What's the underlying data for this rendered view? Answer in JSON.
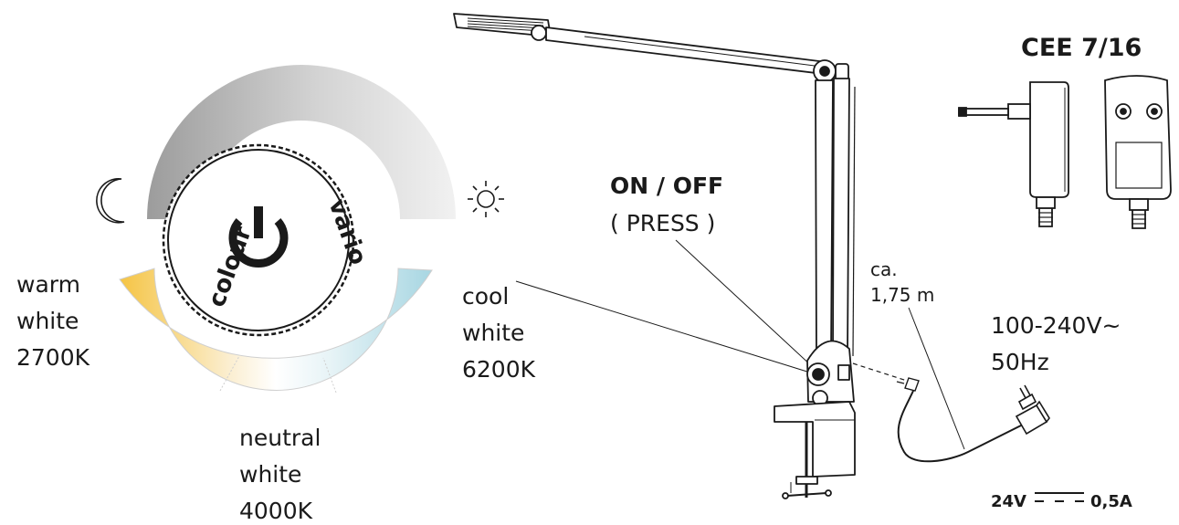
{
  "dial": {
    "left_word": "colour",
    "right_word": "vario",
    "power_icon": "power-icon",
    "moon_icon": "moon-icon",
    "sun_icon": "sun-icon"
  },
  "warm": {
    "line1": "warm",
    "line2": "white",
    "temp": "2700K"
  },
  "neutral": {
    "line1": "neutral",
    "line2": "white",
    "temp": "4000K"
  },
  "cool": {
    "line1": "cool",
    "line2": "white",
    "temp": "6200K"
  },
  "switch": {
    "title": "ON / OFF",
    "subtitle": "( PRESS )"
  },
  "cable": {
    "line1": "ca.",
    "line2": "1,75 m"
  },
  "plug": {
    "standard": "CEE 7/16"
  },
  "power_supply": {
    "input_line1": "100-240V~",
    "input_line2": "50Hz",
    "output_voltage": "24V",
    "output_current": "0,5A"
  },
  "colors": {
    "dim_grey": "#a9a9a9",
    "warm": "#f5c443",
    "cool": "#a7d6e2",
    "ink": "#1a1a1a"
  }
}
